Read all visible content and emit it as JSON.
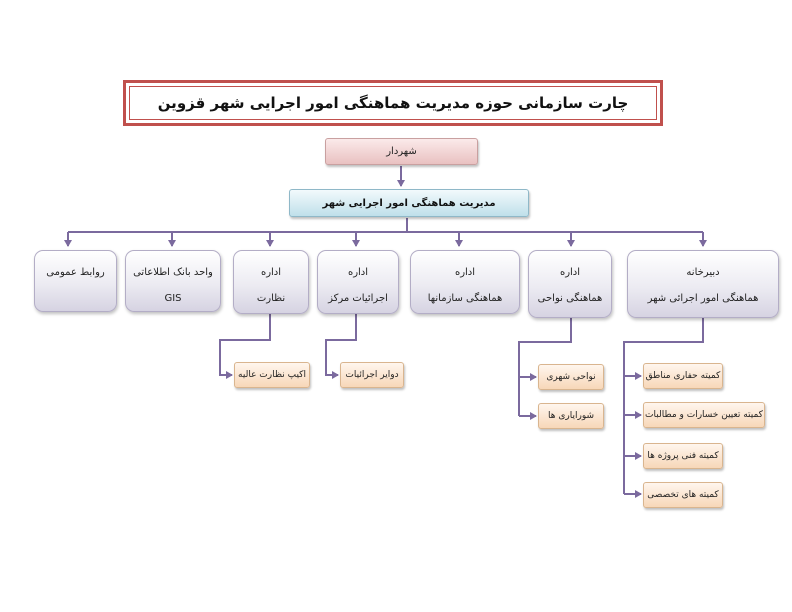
{
  "title": "چارت سازمانی حوزه مدیریت هماهنگی امور اجرایی شهر قزوین",
  "mayor": "شهردار",
  "coordination": "مدیریت هماهنگی امور اجرایی شهر",
  "departments": {
    "public_relations": "روابط عمومی",
    "gis_unit": {
      "line1": "واحد بانک اطلاعاتی",
      "line2": "GIS"
    },
    "supervision": {
      "line1": "اداره",
      "line2": "نظارت"
    },
    "central_ops": {
      "line1": "اداره",
      "line2": "اجرائیات مرکز"
    },
    "org_coordination": {
      "line1": "اداره",
      "line2": "هماهنگی سازمانها"
    },
    "district_coordination": {
      "line1": "اداره",
      "line2": "هماهنگی نواحی"
    },
    "secretariat": {
      "line1": "دبیرخانه",
      "line2": "هماهنگی امور اجرائی شهر"
    }
  },
  "sub_units": {
    "supervision_team": "اکیپ نظارت عالیه",
    "execution_circles": "دوایر اجرائیات",
    "urban_districts": "نواحی شهری",
    "councils": "شورایاری ها",
    "excavation_committee": "کمیته حفاری مناطق",
    "damages_committee": "کمیته تعیین خسارات و مطالبات",
    "technical_committee": "کمیته فنی پروژه ها",
    "specialized_committees": "کمیته های تخصصی"
  },
  "colors": {
    "connector": "#7b6a9e",
    "title_border": "#c0504d"
  }
}
